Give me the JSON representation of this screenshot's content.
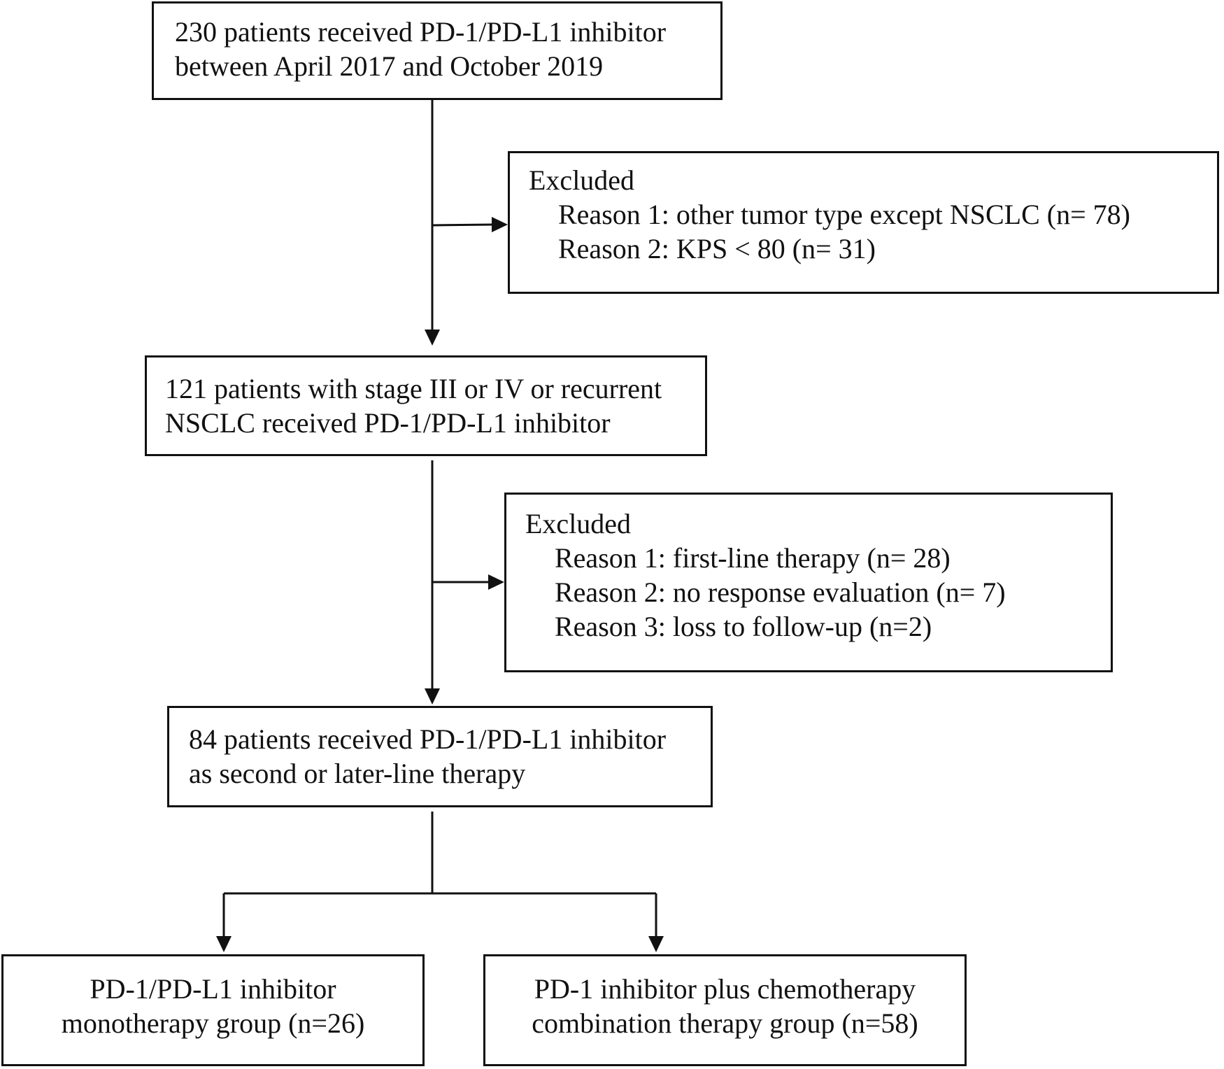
{
  "boxes": {
    "enrolled": {
      "line1": "230 patients received PD-1/PD-L1 inhibitor",
      "line2": "between April 2017 and October 2019"
    },
    "exclusion1": {
      "heading": "Excluded",
      "reasons": [
        "Reason 1: other tumor type except NSCLC (n= 78)",
        "Reason 2: KPS < 80 (n= 31)"
      ]
    },
    "nsclc": {
      "line1": "121 patients with stage III or IV or recurrent",
      "line2": "NSCLC received PD-1/PD-L1 inhibitor"
    },
    "exclusion2": {
      "heading": "Excluded",
      "reasons": [
        "Reason 1: first-line therapy (n= 28)",
        "Reason 2: no response evaluation (n= 7)",
        "Reason 3: loss to follow-up (n=2)"
      ]
    },
    "second_line": {
      "line1": "84 patients received PD-1/PD-L1 inhibitor",
      "line2": "as second or later-line therapy"
    },
    "monotherapy": {
      "line1": "PD-1/PD-L1 inhibitor",
      "line2": "monotherapy group (n=26)"
    },
    "combination": {
      "line1": "PD-1 inhibitor plus chemotherapy",
      "line2": "combination therapy group (n=58)"
    }
  }
}
